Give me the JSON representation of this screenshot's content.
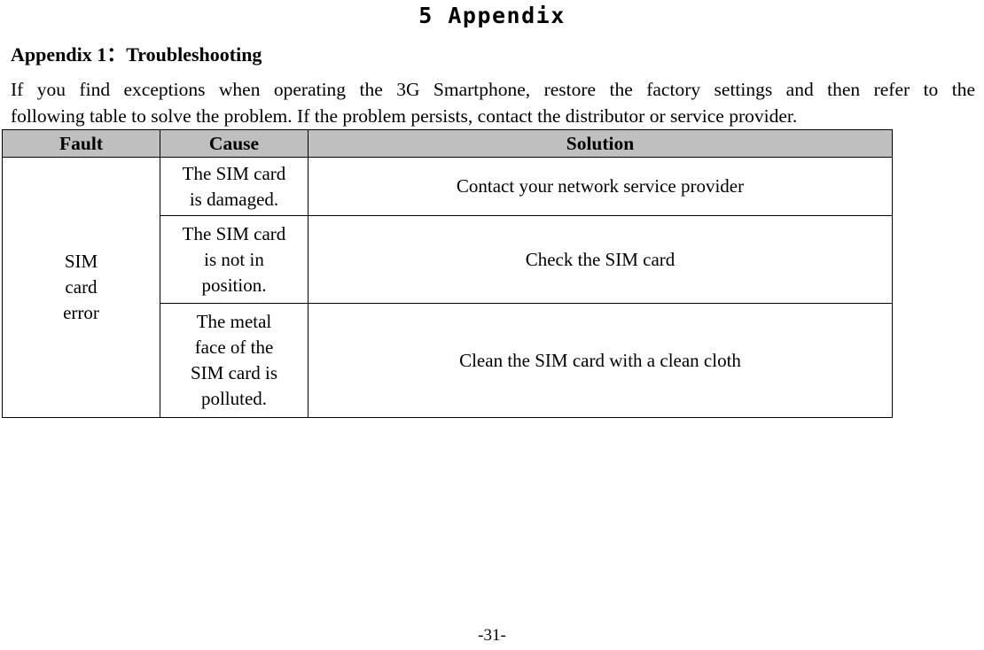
{
  "document": {
    "chapter_title": "5 Appendix",
    "section_heading": "Appendix 1：Troubleshooting",
    "intro_paragraph": {
      "line1": "If you find exceptions when operating the 3G Smartphone, restore the factory settings and then refer to the",
      "line2": "following table to solve the problem. If the problem persists, contact the distributor or service provider.",
      "full": "If you find exceptions when operating the 3G Smartphone, restore the factory settings and then refer to the following table to solve the problem. If the problem persists, contact the distributor or service provider."
    },
    "footer": "-31-"
  },
  "table": {
    "headers": {
      "fault": "Fault",
      "cause": "Cause",
      "solution": "Solution"
    },
    "fault_group": {
      "line1": "SIM",
      "line2": "card",
      "line3": "error",
      "full": "SIM card error"
    },
    "rows": [
      {
        "cause_line1": "The SIM card",
        "cause_line2": "is damaged.",
        "cause_full": "The SIM card is damaged.",
        "solution": "Contact your network service provider"
      },
      {
        "cause_line1": "The SIM card",
        "cause_line2": "is not in",
        "cause_line3": "position.",
        "cause_full": "The SIM card is not in position.",
        "solution": "Check the SIM card"
      },
      {
        "cause_line1": "The metal",
        "cause_line2": "face of the",
        "cause_line3": "SIM card is",
        "cause_line4": "polluted.",
        "cause_full": "The metal face of the SIM card is polluted.",
        "solution": "Clean the SIM card with a clean cloth"
      }
    ]
  },
  "colors": {
    "header_background": "#bfbfbf",
    "border": "#000000",
    "text": "#000000",
    "page_background": "#ffffff"
  }
}
